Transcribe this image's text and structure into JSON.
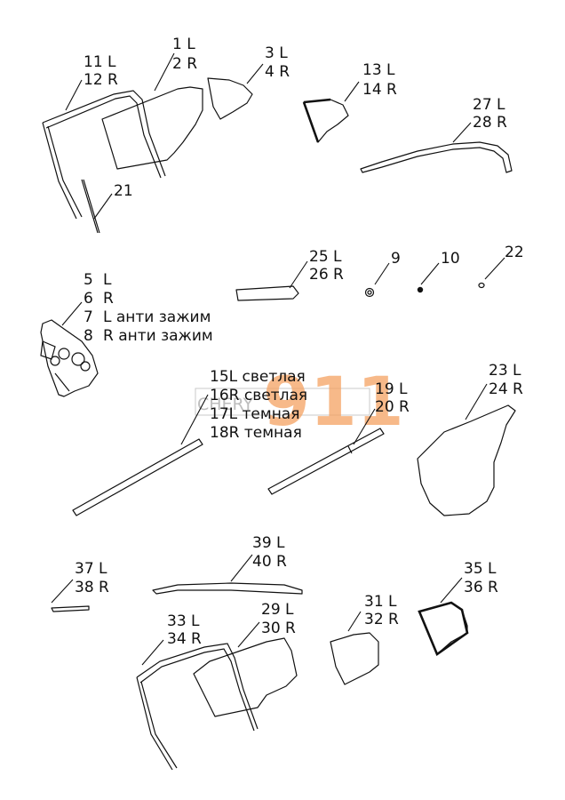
{
  "callouts": {
    "c1": [
      "1 L",
      "2 R"
    ],
    "c3": [
      "3 L",
      "4 R"
    ],
    "c11": [
      "11 L",
      "12 R"
    ],
    "c13": [
      "13 L",
      "14 R"
    ],
    "c27": [
      "27 L",
      "28 R"
    ],
    "c21": [
      "21"
    ],
    "c25": [
      "25 L",
      "26 R"
    ],
    "c9": [
      "9"
    ],
    "c10": [
      "10"
    ],
    "c22": [
      "22"
    ],
    "c5": [
      "5",
      "6",
      "7",
      "8"
    ],
    "c5_suffix": [
      "L",
      "R",
      "L анти зажим",
      "R анти зажим"
    ],
    "c15": [
      "15L светлая",
      "16R светлая",
      "17L темная",
      "18R темная"
    ],
    "c19": [
      "19 L",
      "20 R"
    ],
    "c23": [
      "23 L",
      "24 R"
    ],
    "c39": [
      "39 L",
      "40 R"
    ],
    "c37": [
      "37 L",
      "38 R"
    ],
    "c35": [
      "35 L",
      "36 R"
    ],
    "c33": [
      "33 L",
      "34 R"
    ],
    "c29": [
      "29 L",
      "30 R"
    ],
    "c31": [
      "31 L",
      "32 R"
    ]
  },
  "watermark": {
    "big": "911",
    "small": "CHERY"
  },
  "colors": {
    "line": "#111111",
    "watermark": "#f4a261"
  }
}
